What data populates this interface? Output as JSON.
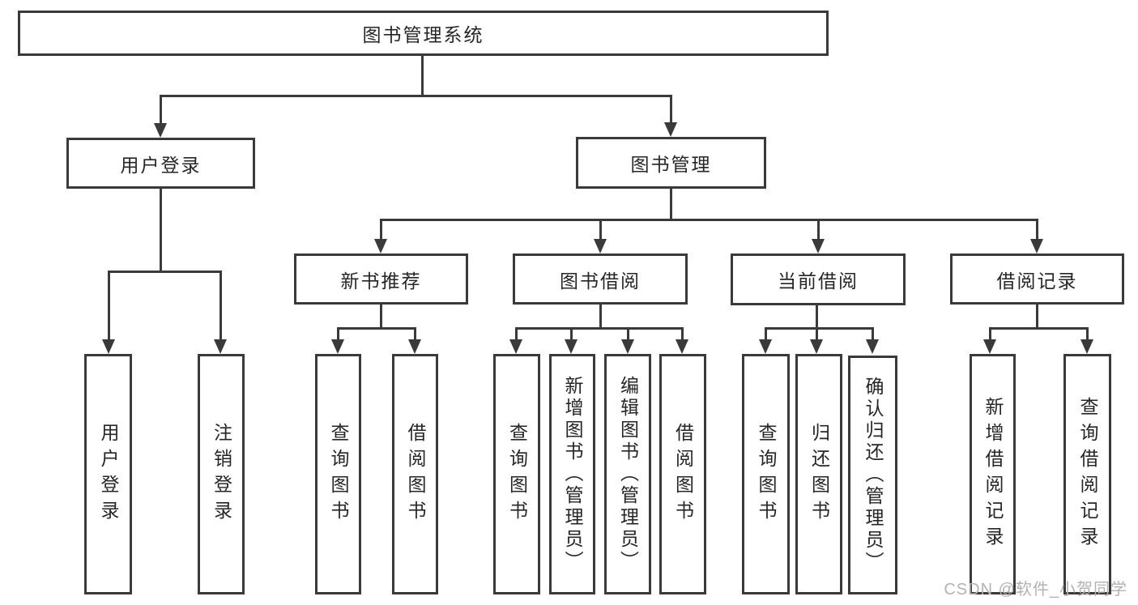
{
  "diagram": {
    "root": {
      "label": "图书管理系统"
    },
    "branches": [
      {
        "label": "用户登录",
        "children": [
          {
            "label": "用户登录"
          },
          {
            "label": "注销登录"
          }
        ]
      },
      {
        "label": "图书管理",
        "groups": [
          {
            "label": "新书推荐",
            "children": [
              {
                "label": "查询图书"
              },
              {
                "label": "借阅图书"
              }
            ]
          },
          {
            "label": "图书借阅",
            "children": [
              {
                "label": "查询图书"
              },
              {
                "label": "新增图书（管理员）"
              },
              {
                "label": "编辑图书（管理员）"
              },
              {
                "label": "借阅图书"
              }
            ]
          },
          {
            "label": "当前借阅",
            "children": [
              {
                "label": "查询图书"
              },
              {
                "label": "归还图书"
              },
              {
                "label": "确认归还（管理员）"
              }
            ]
          },
          {
            "label": "借阅记录",
            "children": [
              {
                "label": "新增借阅记录"
              },
              {
                "label": "查询借阅记录"
              }
            ]
          }
        ]
      }
    ]
  },
  "watermark": {
    "text": "CSDN @软件_小贺同学"
  },
  "colors": {
    "line": "#3a3a3a",
    "text": "#262626",
    "box_bg": "#ffffff",
    "watermark": "#b2b2b2",
    "background": "#ffffff"
  }
}
